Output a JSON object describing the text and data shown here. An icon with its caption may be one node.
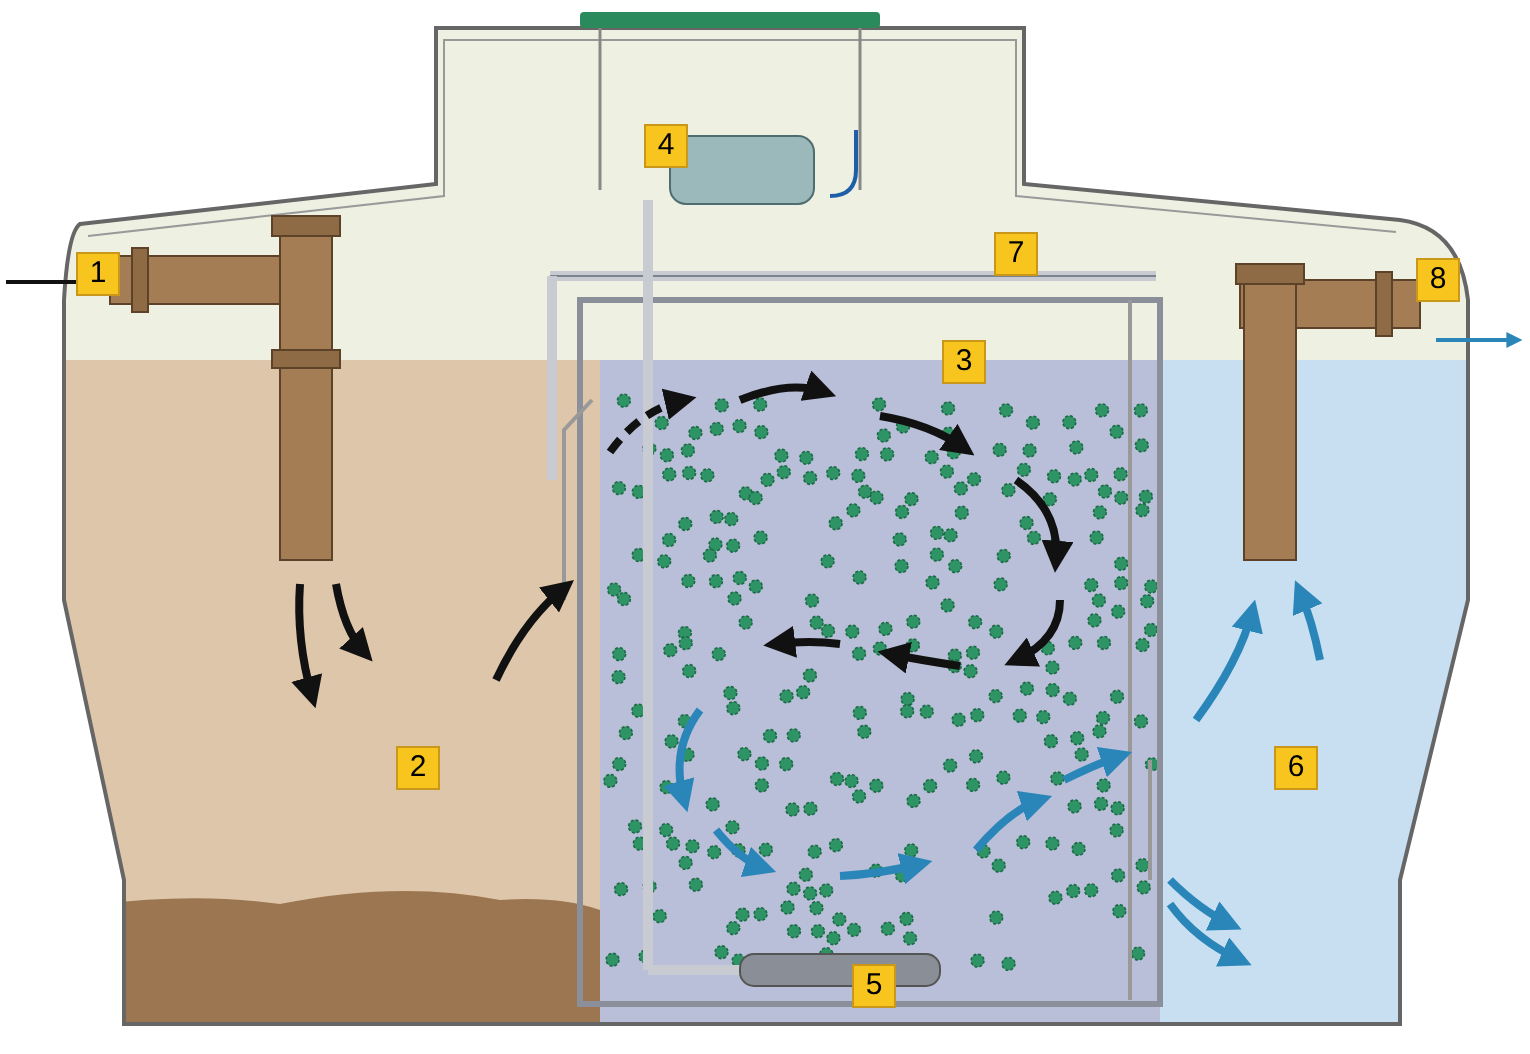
{
  "diagram": {
    "labels": [
      "4",
      "7",
      "1",
      "8",
      "3",
      "2",
      "6",
      "5"
    ]
  }
}
